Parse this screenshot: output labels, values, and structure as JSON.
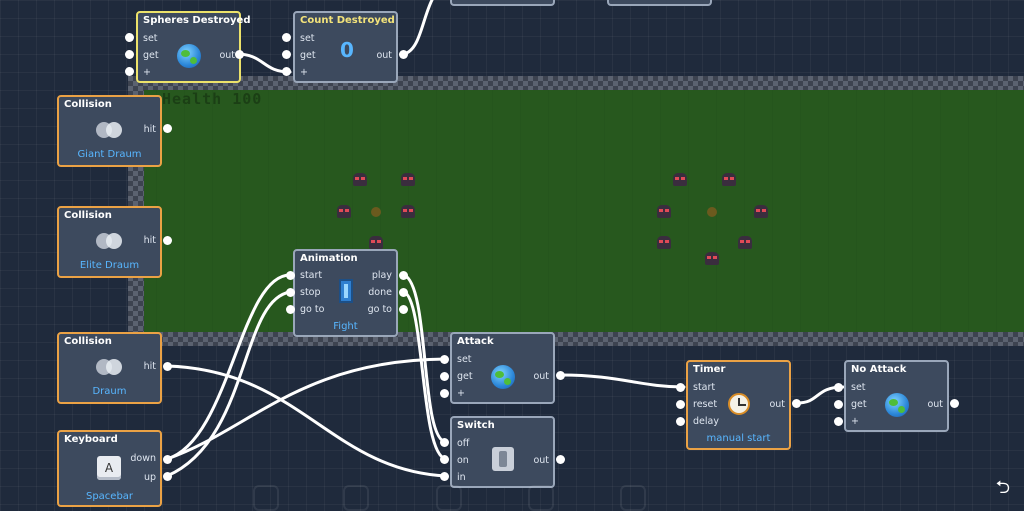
{
  "playfield": {
    "health_label": "Health 100"
  },
  "nodes": {
    "spheres_destroyed": {
      "title": "Spheres Destroyed",
      "ports_in": [
        "set",
        "get",
        "+"
      ],
      "ports_out": [
        "out"
      ],
      "icon": "globe-icon"
    },
    "count_destroyed": {
      "title": "Count Destroyed",
      "value": "0",
      "ports_in": [
        "set",
        "get",
        "+"
      ],
      "ports_out": [
        "out"
      ]
    },
    "collision_giant": {
      "title": "Collision",
      "target": "Giant Draum",
      "ports_out": [
        "hit"
      ],
      "icon": "collision-icon"
    },
    "collision_elite": {
      "title": "Collision",
      "target": "Elite Draum",
      "ports_out": [
        "hit"
      ],
      "icon": "collision-icon"
    },
    "collision_draum": {
      "title": "Collision",
      "target": "Draum",
      "ports_out": [
        "hit"
      ],
      "icon": "collision-icon"
    },
    "keyboard": {
      "title": "Keyboard",
      "key_glyph": "A",
      "key": "Spacebar",
      "ports_out": [
        "down",
        "up"
      ]
    },
    "animation": {
      "title": "Animation",
      "clip": "Fight",
      "ports_in": [
        "start",
        "stop",
        "go to"
      ],
      "ports_out": [
        "play",
        "done",
        "go to"
      ],
      "icon": "film-icon"
    },
    "attack": {
      "title": "Attack",
      "ports_in": [
        "set",
        "get",
        "+"
      ],
      "ports_out": [
        "out"
      ],
      "icon": "globe-icon"
    },
    "switch": {
      "title": "Switch",
      "ports_in": [
        "off",
        "on",
        "in"
      ],
      "ports_out": [
        "out"
      ],
      "icon": "switch-icon"
    },
    "timer": {
      "title": "Timer",
      "mode": "manual start",
      "ports_in": [
        "start",
        "reset",
        "delay"
      ],
      "ports_out": [
        "out"
      ],
      "icon": "alarm-clock-icon"
    },
    "no_attack": {
      "title": "No Attack",
      "ports_in": [
        "set",
        "get",
        "+"
      ],
      "ports_out": [
        "out"
      ],
      "icon": "globe-icon"
    }
  },
  "colors": {
    "background": "#1f2a3c",
    "playfield": "#27581e",
    "node": "#3d4a5e",
    "accent_orange": "#eba245",
    "accent_yellow": "#ece26a",
    "label_blue": "#58b6ff"
  },
  "toolbar": {
    "return_icon": "return-arrow-icon"
  }
}
